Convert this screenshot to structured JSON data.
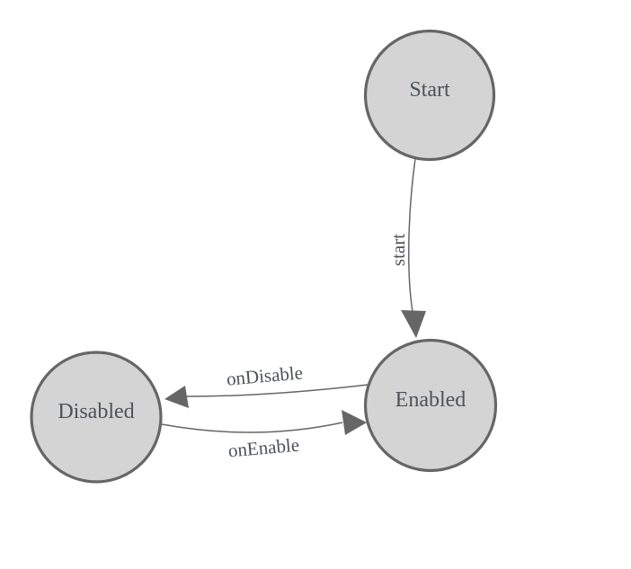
{
  "diagram": {
    "type": "state-machine"
  },
  "nodes": [
    {
      "id": "start",
      "label": "Start"
    },
    {
      "id": "enabled",
      "label": "Enabled"
    },
    {
      "id": "disabled",
      "label": "Disabled"
    }
  ],
  "edges": [
    {
      "from": "Start",
      "to": "Enabled",
      "label": "start"
    },
    {
      "from": "Enabled",
      "to": "Disabled",
      "label": "onDisable"
    },
    {
      "from": "Disabled",
      "to": "Enabled",
      "label": "onEnable"
    }
  ],
  "colors": {
    "background": "#ffffff",
    "node_fill": "#d4d4d4",
    "node_border": "#666666",
    "edge_stroke": "#666666",
    "arrow_fill": "#666666",
    "label_text": "#4c5258"
  }
}
